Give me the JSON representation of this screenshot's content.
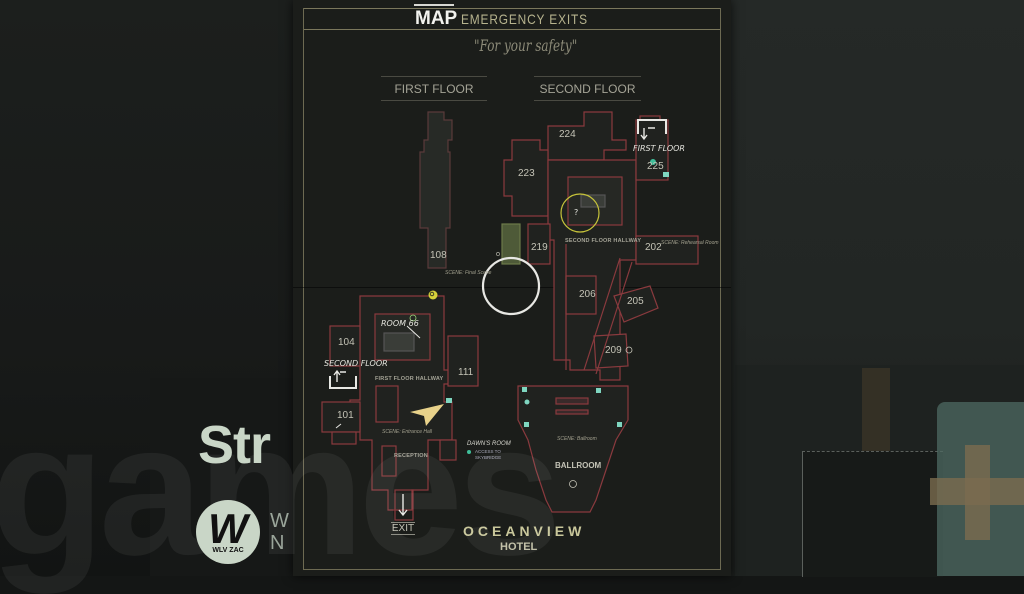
{
  "header": {
    "title": "MAP",
    "subtitle": "EMERGENCY EXITS",
    "tagline": "\"For your safety\""
  },
  "floors": {
    "first": "FIRST FLOOR",
    "second": "SECOND FLOOR"
  },
  "rooms": {
    "r224": "224",
    "r223": "223",
    "r225": "225",
    "r219": "219",
    "r202": "202",
    "r206": "206",
    "r205": "205",
    "r209": "209",
    "r108": "108",
    "r104": "104",
    "r111": "111",
    "r101": "101"
  },
  "halls": {
    "second_floor_hallway": "SECOND FLOOR HALLWAY",
    "first_floor_hallway": "FIRST FLOOR HALLWAY",
    "reception": "RECEPTION",
    "ballroom": "BALLROOM"
  },
  "scenes": {
    "rehearsal": "SCENE: Rehearsal Room",
    "final": "SCENE: Final Scene",
    "entrance": "SCENE: Entrance Hall",
    "ballroom": "SCENE: Ballroom"
  },
  "annotations": {
    "first_floor_stairs": "FIRST FLOOR",
    "second_floor_stairs": "SECOND FLOOR",
    "room_66": "ROOM 66",
    "dawns_room": "DAWN'S ROOM",
    "dawns_room_sub": "ACCESS TO SKYBRIDGE",
    "exit": "EXIT",
    "unknown_marker": "?"
  },
  "footer": {
    "hotel_name": "OCEANVIEW",
    "hotel_sub": "HOTEL"
  },
  "overlay": {
    "streamer_text": "Str",
    "logo_letter": "W",
    "logo_caption": "WLV ZAC",
    "side_text_1": "W",
    "side_text_2": "N",
    "watermark": "games"
  },
  "colors": {
    "wall": "#8a3a3e",
    "player_marker": "#e8d28a",
    "objective": "#d6d13a",
    "save_room": "#3fbf9a",
    "paper": "#1b1d1a",
    "accent_gold": "#c9c79b"
  }
}
